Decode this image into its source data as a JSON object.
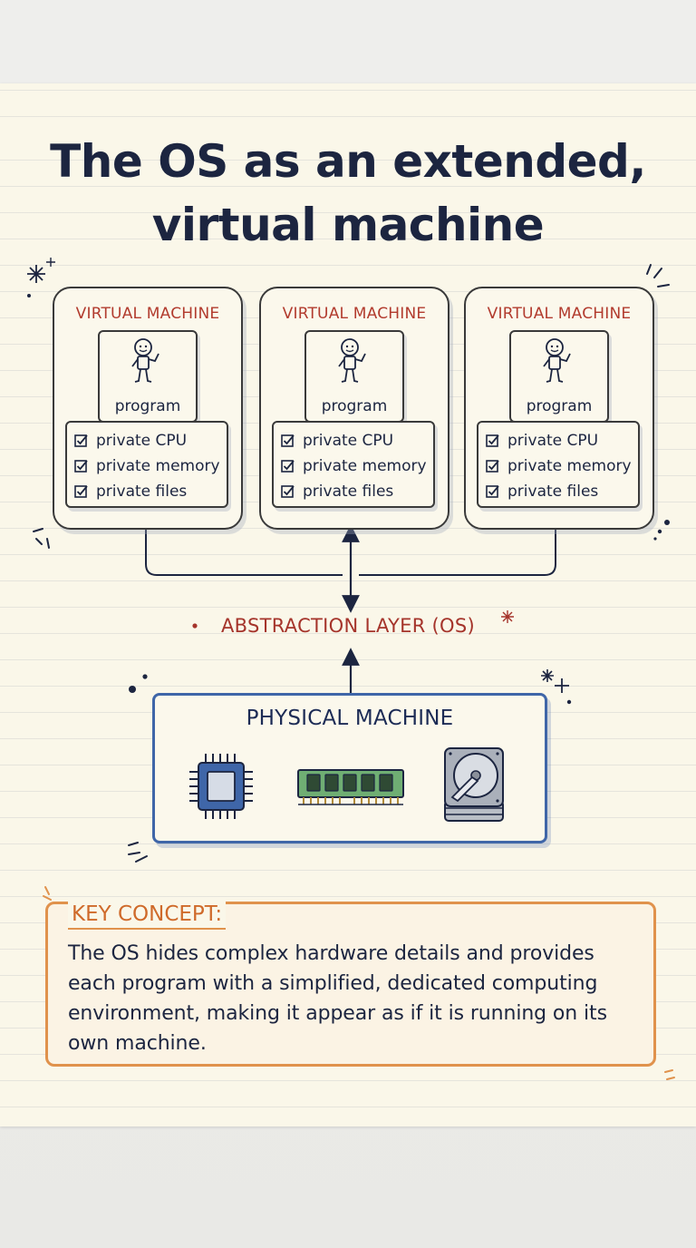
{
  "title": {
    "line1": "The OS as an extended,",
    "line2": "virtual machine"
  },
  "virtual_machines": [
    {
      "heading": "VIRTUAL MACHINE",
      "program_label": "program",
      "resources": [
        "private CPU",
        "private memory",
        "private files"
      ]
    },
    {
      "heading": "VIRTUAL MACHINE",
      "program_label": "program",
      "resources": [
        "private CPU",
        "private memory",
        "private files"
      ]
    },
    {
      "heading": "VIRTUAL MACHINE",
      "program_label": "program",
      "resources": [
        "private CPU",
        "private memory",
        "private files"
      ]
    }
  ],
  "abstraction_layer": {
    "label": "ABSTRACTION LAYER (OS)"
  },
  "physical_machine": {
    "heading": "PHYSICAL MACHINE",
    "components": [
      "cpu-chip-icon",
      "memory-module-icon",
      "hard-disk-icon"
    ]
  },
  "key_concept": {
    "heading": "KEY CONCEPT:",
    "text": "The OS hides complex hardware details and provides each program with a simplified, dedicated computing environment, making it appear as if it is running on its own machine."
  },
  "colors": {
    "ink": "#1c2540",
    "vm_heading": "#b23b2e",
    "abstraction": "#a5342b",
    "physical_border": "#3f66a8",
    "key_border": "#e0924c",
    "key_heading": "#cf6a2a",
    "paper": "#faf7e9"
  }
}
